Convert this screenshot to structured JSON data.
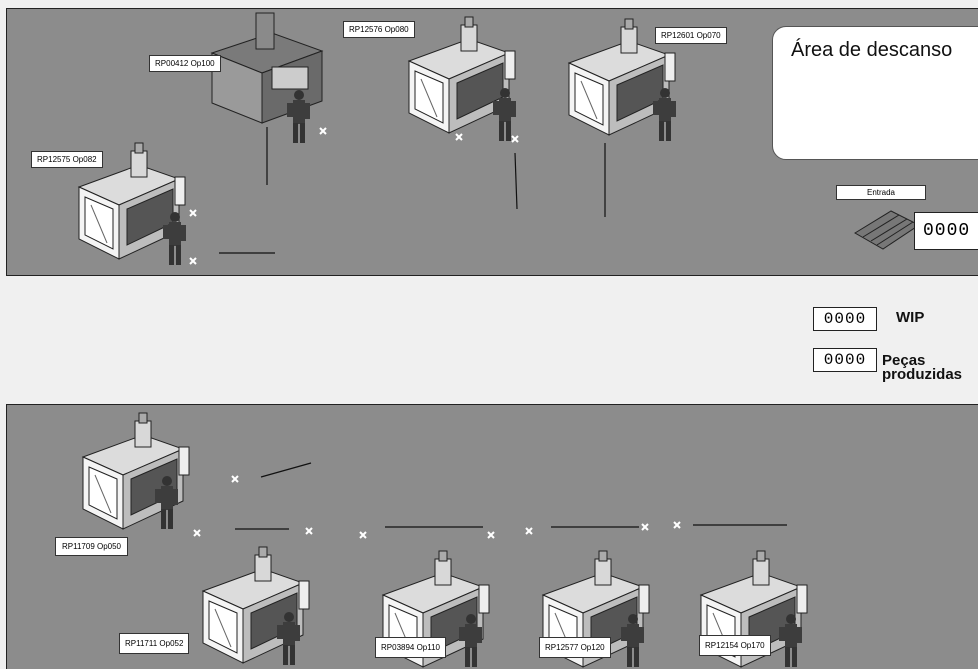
{
  "rest_area": {
    "title": "Área de descanso"
  },
  "entrada": {
    "label": "Entrada",
    "counter": "0000"
  },
  "wip": {
    "counter": "0000",
    "label": "WIP"
  },
  "pecas": {
    "counter": "0000",
    "label_line1": "Peças",
    "label_line2": "produzidas"
  },
  "top_machines": [
    {
      "label": "RP00412 Op100"
    },
    {
      "label": "RP12576 Op080"
    },
    {
      "label": "RP12601 Op070"
    },
    {
      "label": "RP12575 Op082"
    }
  ],
  "bottom_machines": [
    {
      "label": "RP11709 Op050"
    },
    {
      "label": "RP11711 Op052"
    },
    {
      "label": "RP03894 Op110"
    },
    {
      "label": "RP12577 Op120"
    },
    {
      "label": "RP12154 Op170"
    }
  ],
  "colors": {
    "floor": "#8c8c8c",
    "aisle": "#f0f0f0"
  }
}
